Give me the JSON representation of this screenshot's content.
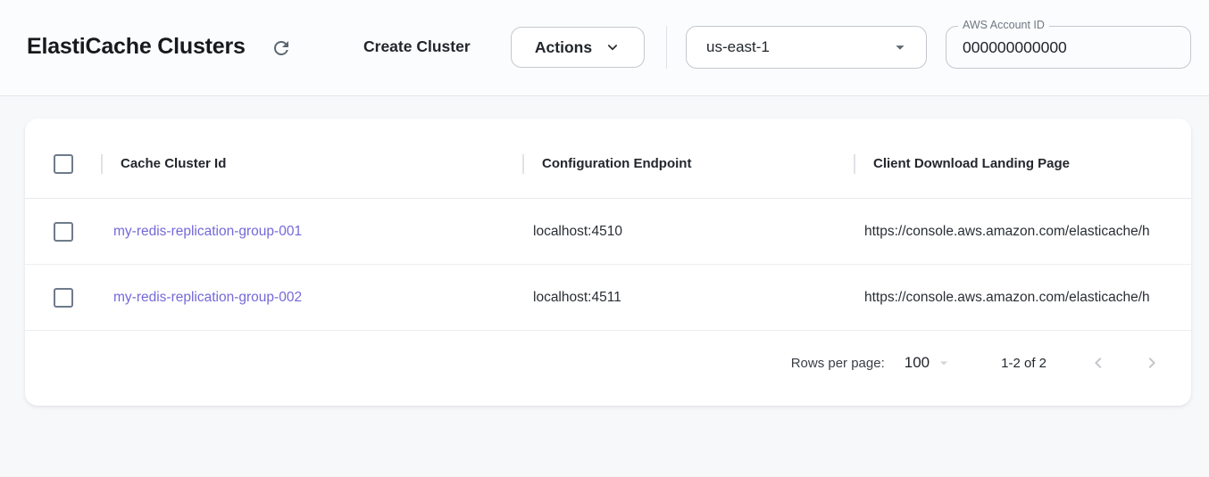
{
  "header": {
    "title": "ElastiCache Clusters",
    "create_cluster_label": "Create Cluster",
    "actions_label": "Actions",
    "region": {
      "selected": "us-east-1"
    },
    "account_field": {
      "label": "AWS Account ID",
      "value": "000000000000"
    }
  },
  "table": {
    "columns": [
      "Cache Cluster Id",
      "Configuration Endpoint",
      "Client Download Landing Page"
    ],
    "rows": [
      {
        "cache_cluster_id": "my-redis-replication-group-001",
        "configuration_endpoint": "localhost:4510",
        "client_download_landing_page": "https://console.aws.amazon.com/elasticache/h"
      },
      {
        "cache_cluster_id": "my-redis-replication-group-002",
        "configuration_endpoint": "localhost:4511",
        "client_download_landing_page": "https://console.aws.amazon.com/elasticache/h"
      }
    ],
    "pagination": {
      "rows_per_page_label": "Rows per page:",
      "rows_per_page_value": "100",
      "range_label": "1-2 of 2"
    }
  },
  "icons": {
    "refresh": "refresh-icon",
    "actions_chevron": "chevron-down-icon",
    "region_arrow": "dropdown-arrow-icon",
    "page_size_arrow": "dropdown-arrow-icon",
    "prev_page": "chevron-left-icon",
    "next_page": "chevron-right-icon"
  },
  "colors": {
    "link": "#7568d9",
    "title_text": "#17191c",
    "body_text": "#2a2e33",
    "control_border": "#c4c8cd",
    "checkbox_border": "#6e7b8a",
    "page_background": "#f7f8fa",
    "topbar_background": "#fbfcfd",
    "card_background": "#ffffff",
    "disabled_icon": "#c3c6ca"
  }
}
